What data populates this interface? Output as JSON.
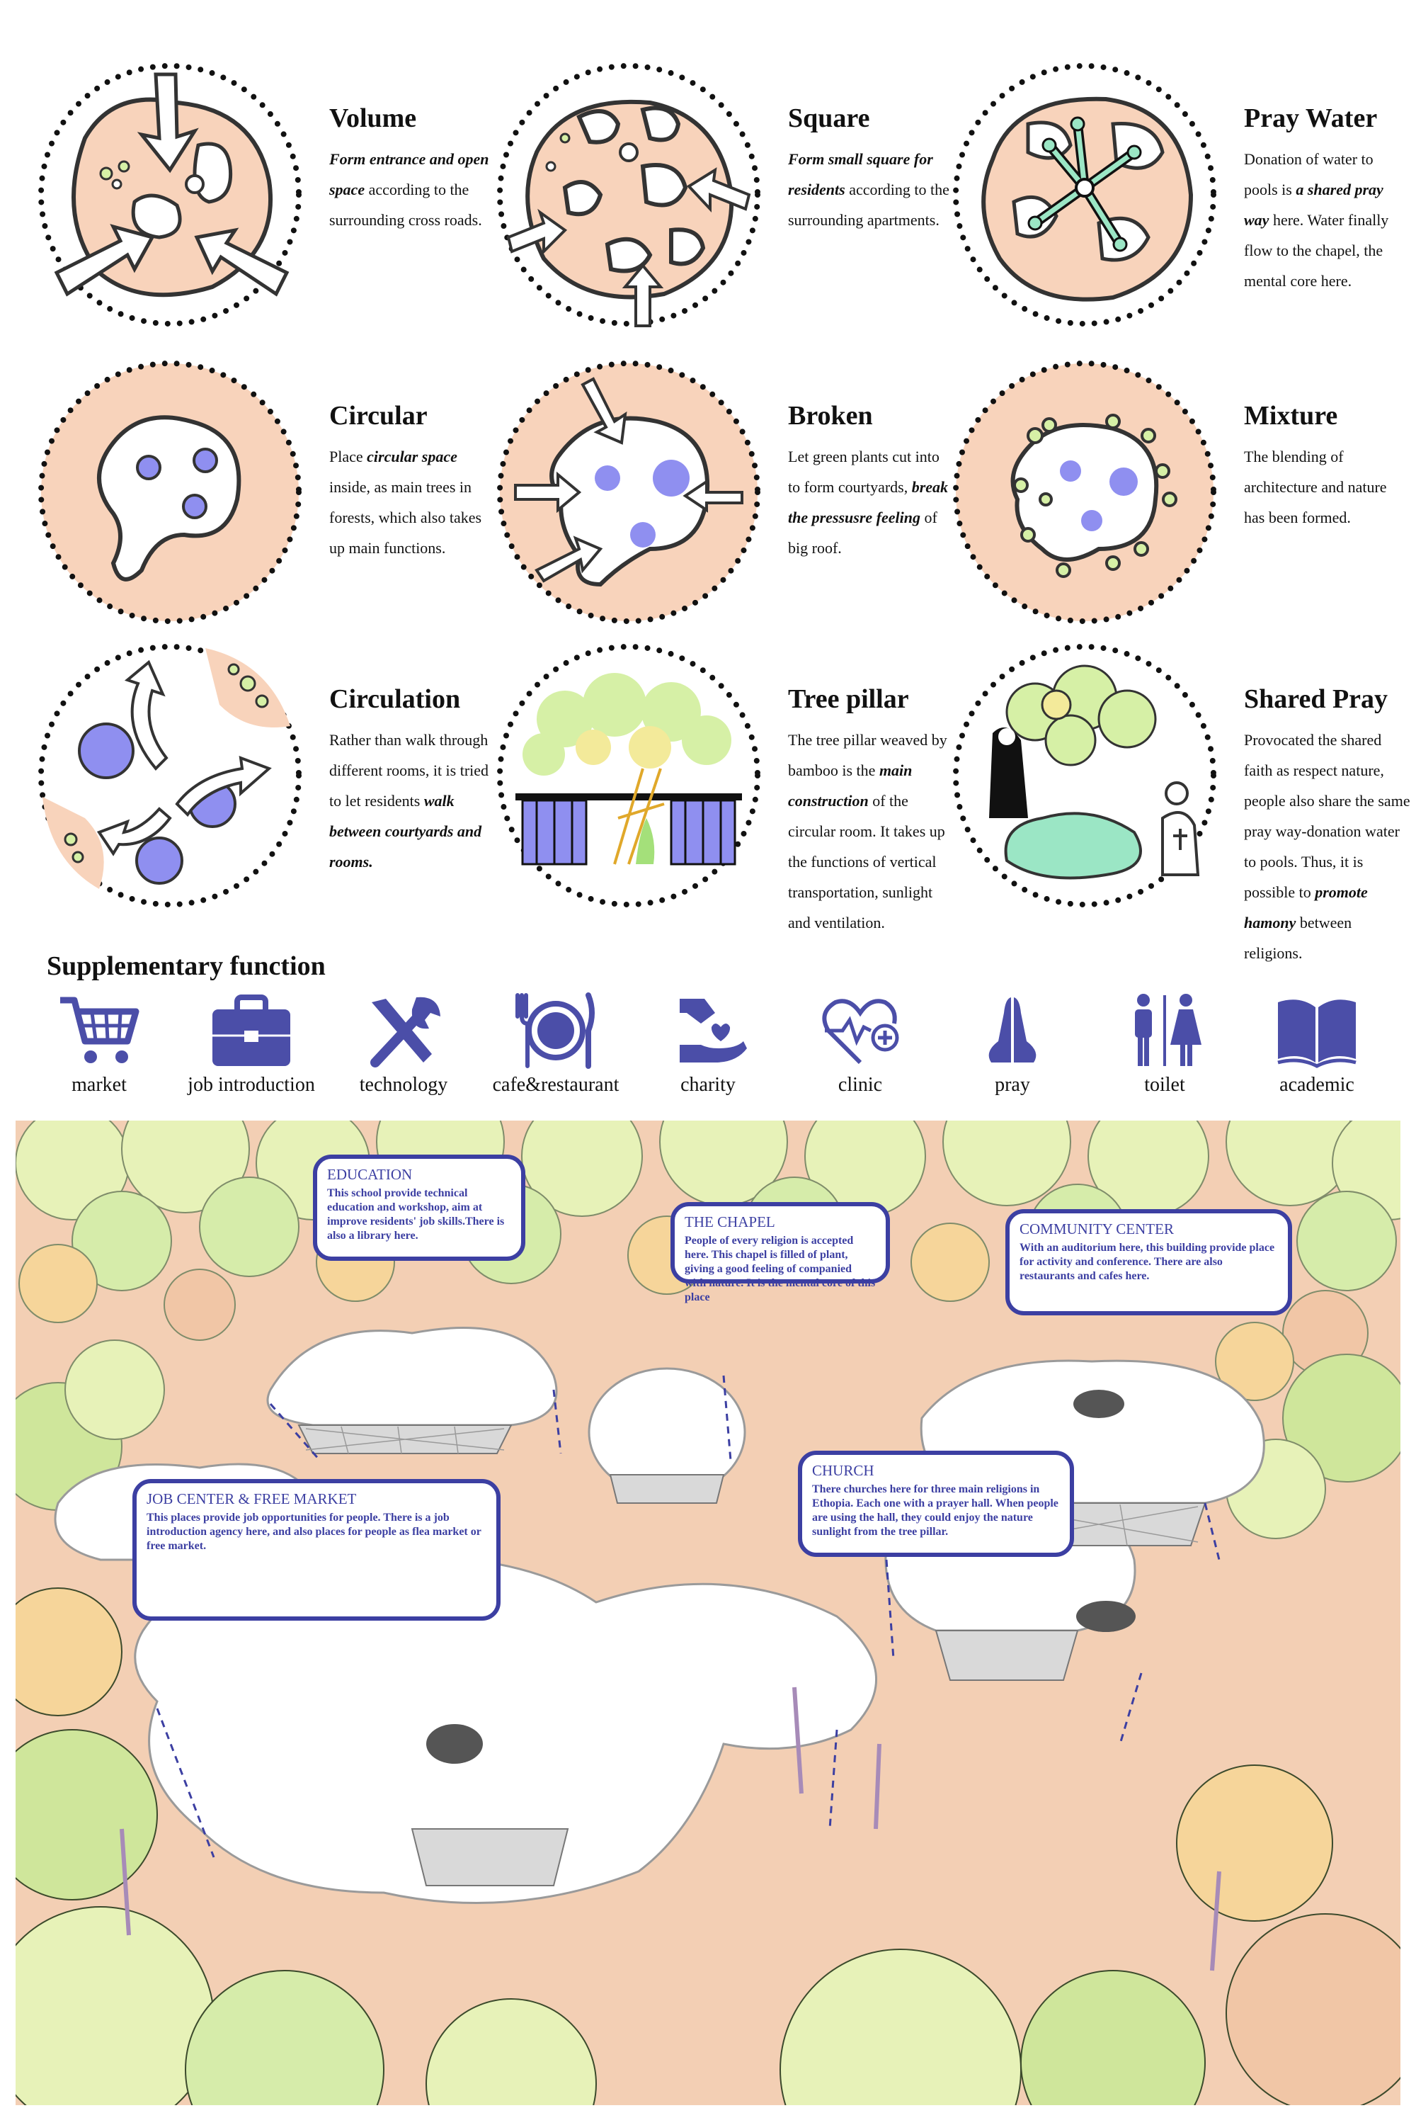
{
  "concepts": [
    {
      "title": "Volume",
      "body_html": "<b>Form entrance and open space</b> according to the surrounding cross roads."
    },
    {
      "title": "Square",
      "body_html": "<b>Form small square for residents</b> according to the surrounding apartments."
    },
    {
      "title": "Pray Water",
      "body_html": "Donation of water to pools is <b>a shared pray way</b> here. Water finally flow to the chapel, the mental core here."
    },
    {
      "title": "Circular",
      "body_html": "Place <b>circular space</b> inside, as main trees in forests, which also takes up main functions."
    },
    {
      "title": "Broken",
      "body_html": "Let green plants cut into to form courtyards, <b>break the pressusre feeling</b> of big roof."
    },
    {
      "title": "Mixture",
      "body_html": "The blending of architecture and nature has been formed."
    },
    {
      "title": "Circulation",
      "body_html": "Rather than walk through different rooms, it is tried to let residents <b>walk between courtyards and rooms.</b>"
    },
    {
      "title": "Tree pillar",
      "body_html": "The tree pillar weaved by bamboo is the <b>main construction</b> of the circular room. It takes up the functions of vertical transportation, sunlight and ventilation."
    },
    {
      "title": "Shared Pray",
      "body_html": "Provocated the shared faith as respect nature, people also share the same pray way-donation water to pools. Thus, it is possible to <b>promote hamony</b> between religions."
    }
  ],
  "supplementary": {
    "title": "Supplementary function",
    "items": [
      {
        "label": "market",
        "icon": "cart-icon"
      },
      {
        "label": "job introduction",
        "icon": "briefcase-icon"
      },
      {
        "label": "technology",
        "icon": "tools-icon"
      },
      {
        "label": "cafe&restaurant",
        "icon": "plate-icon"
      },
      {
        "label": "charity",
        "icon": "donate-icon"
      },
      {
        "label": "clinic",
        "icon": "heart-plus-icon"
      },
      {
        "label": "pray",
        "icon": "praying-hands-icon"
      },
      {
        "label": "toilet",
        "icon": "toilet-icon"
      },
      {
        "label": "academic",
        "icon": "book-icon"
      }
    ]
  },
  "callouts": {
    "education": {
      "title": "EDUCATION",
      "body": "This school provide technical education and workshop, aim at improve residents' job skills.There is also a library here."
    },
    "chapel": {
      "title": "THE CHAPEL",
      "body": "People of every religion is accepted here. This chapel is filled of plant, giving a good feeling of companied with nature. It is the mental core of this place"
    },
    "community": {
      "title": "COMMUNITY CENTER",
      "body": "With an auditorium here, this building provide place for activity and conference. There are also restaurants and cafes here."
    },
    "church": {
      "title": "CHURCH",
      "body": "There churches here for three main religions in Ethopia. Each one with a prayer hall. When people are using the hall, they could enjoy the nature sunlight from the tree pillar."
    },
    "job": {
      "title": "JOB CENTER & FREE MARKET",
      "body": "This places provide job opportunities for people. There is a job introduction agency here, and also places for people as flea market or free market."
    }
  },
  "colors": {
    "accent": "#4b4ea8",
    "peach": "#f8d3bb",
    "ground": "#f3cfb4"
  }
}
